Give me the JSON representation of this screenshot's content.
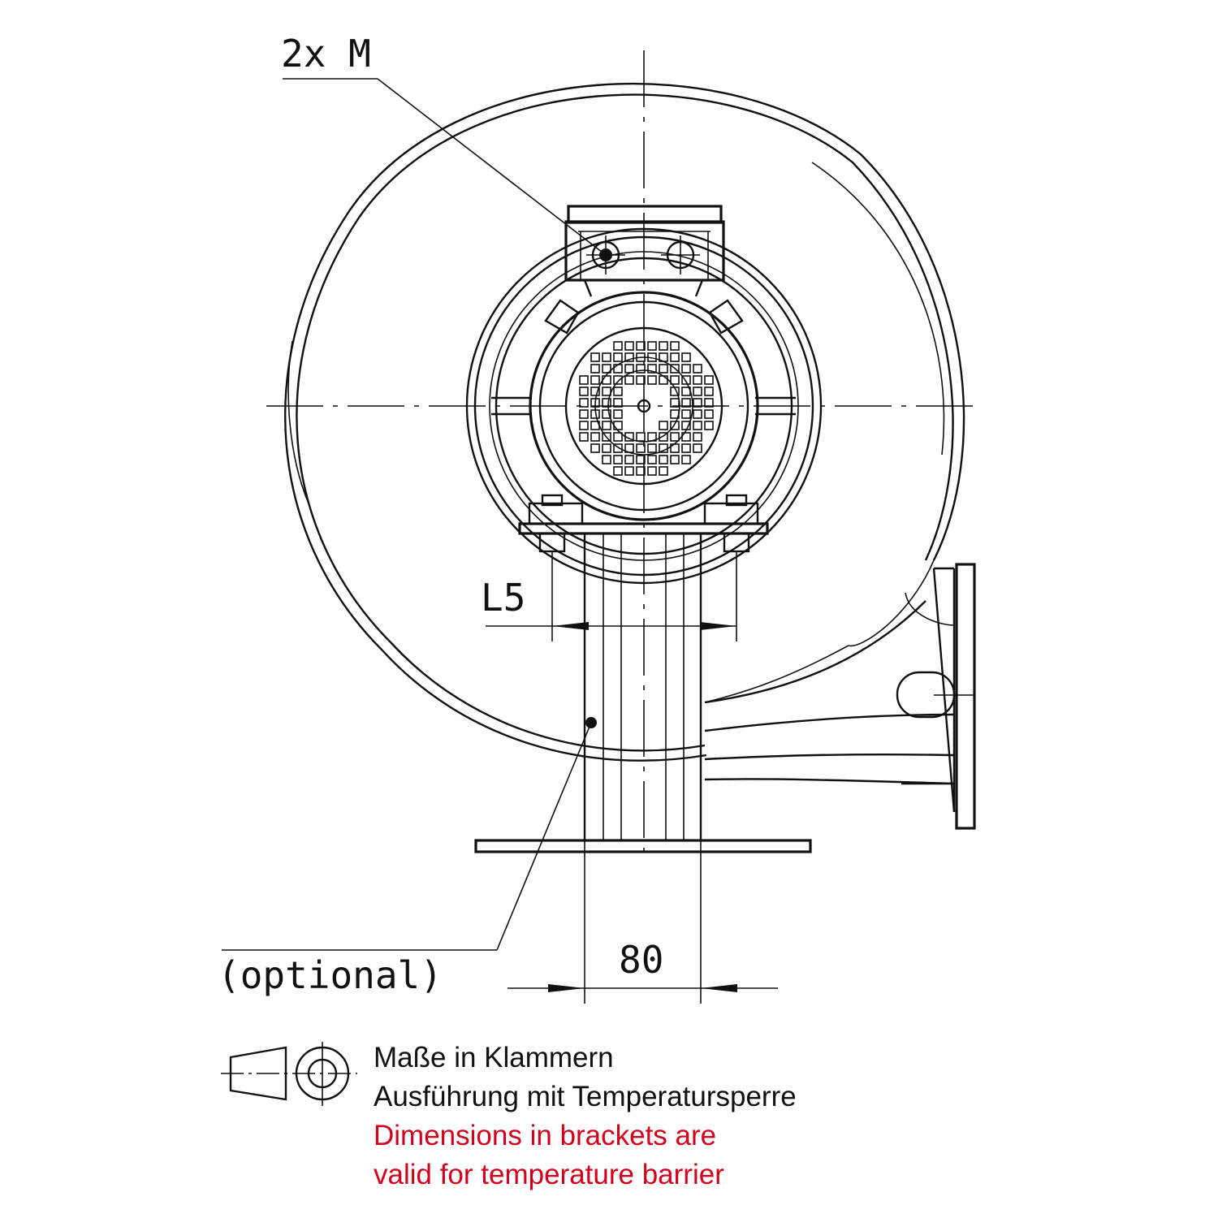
{
  "labels": {
    "bolts": "2x M",
    "dim_l5": "L5",
    "dim_80": "80",
    "optional": "(optional)"
  },
  "notes": {
    "de_line1": "Maße in Klammern",
    "de_line2": "Ausführung mit Temperatursperre",
    "en_line1": "Dimensions in brackets are",
    "en_line2": "valid for temperature barrier"
  },
  "icons": [
    "projection-symbol-icon"
  ],
  "colors": {
    "line": "#111111",
    "english_note": "#d1001c",
    "background": "#ffffff"
  }
}
